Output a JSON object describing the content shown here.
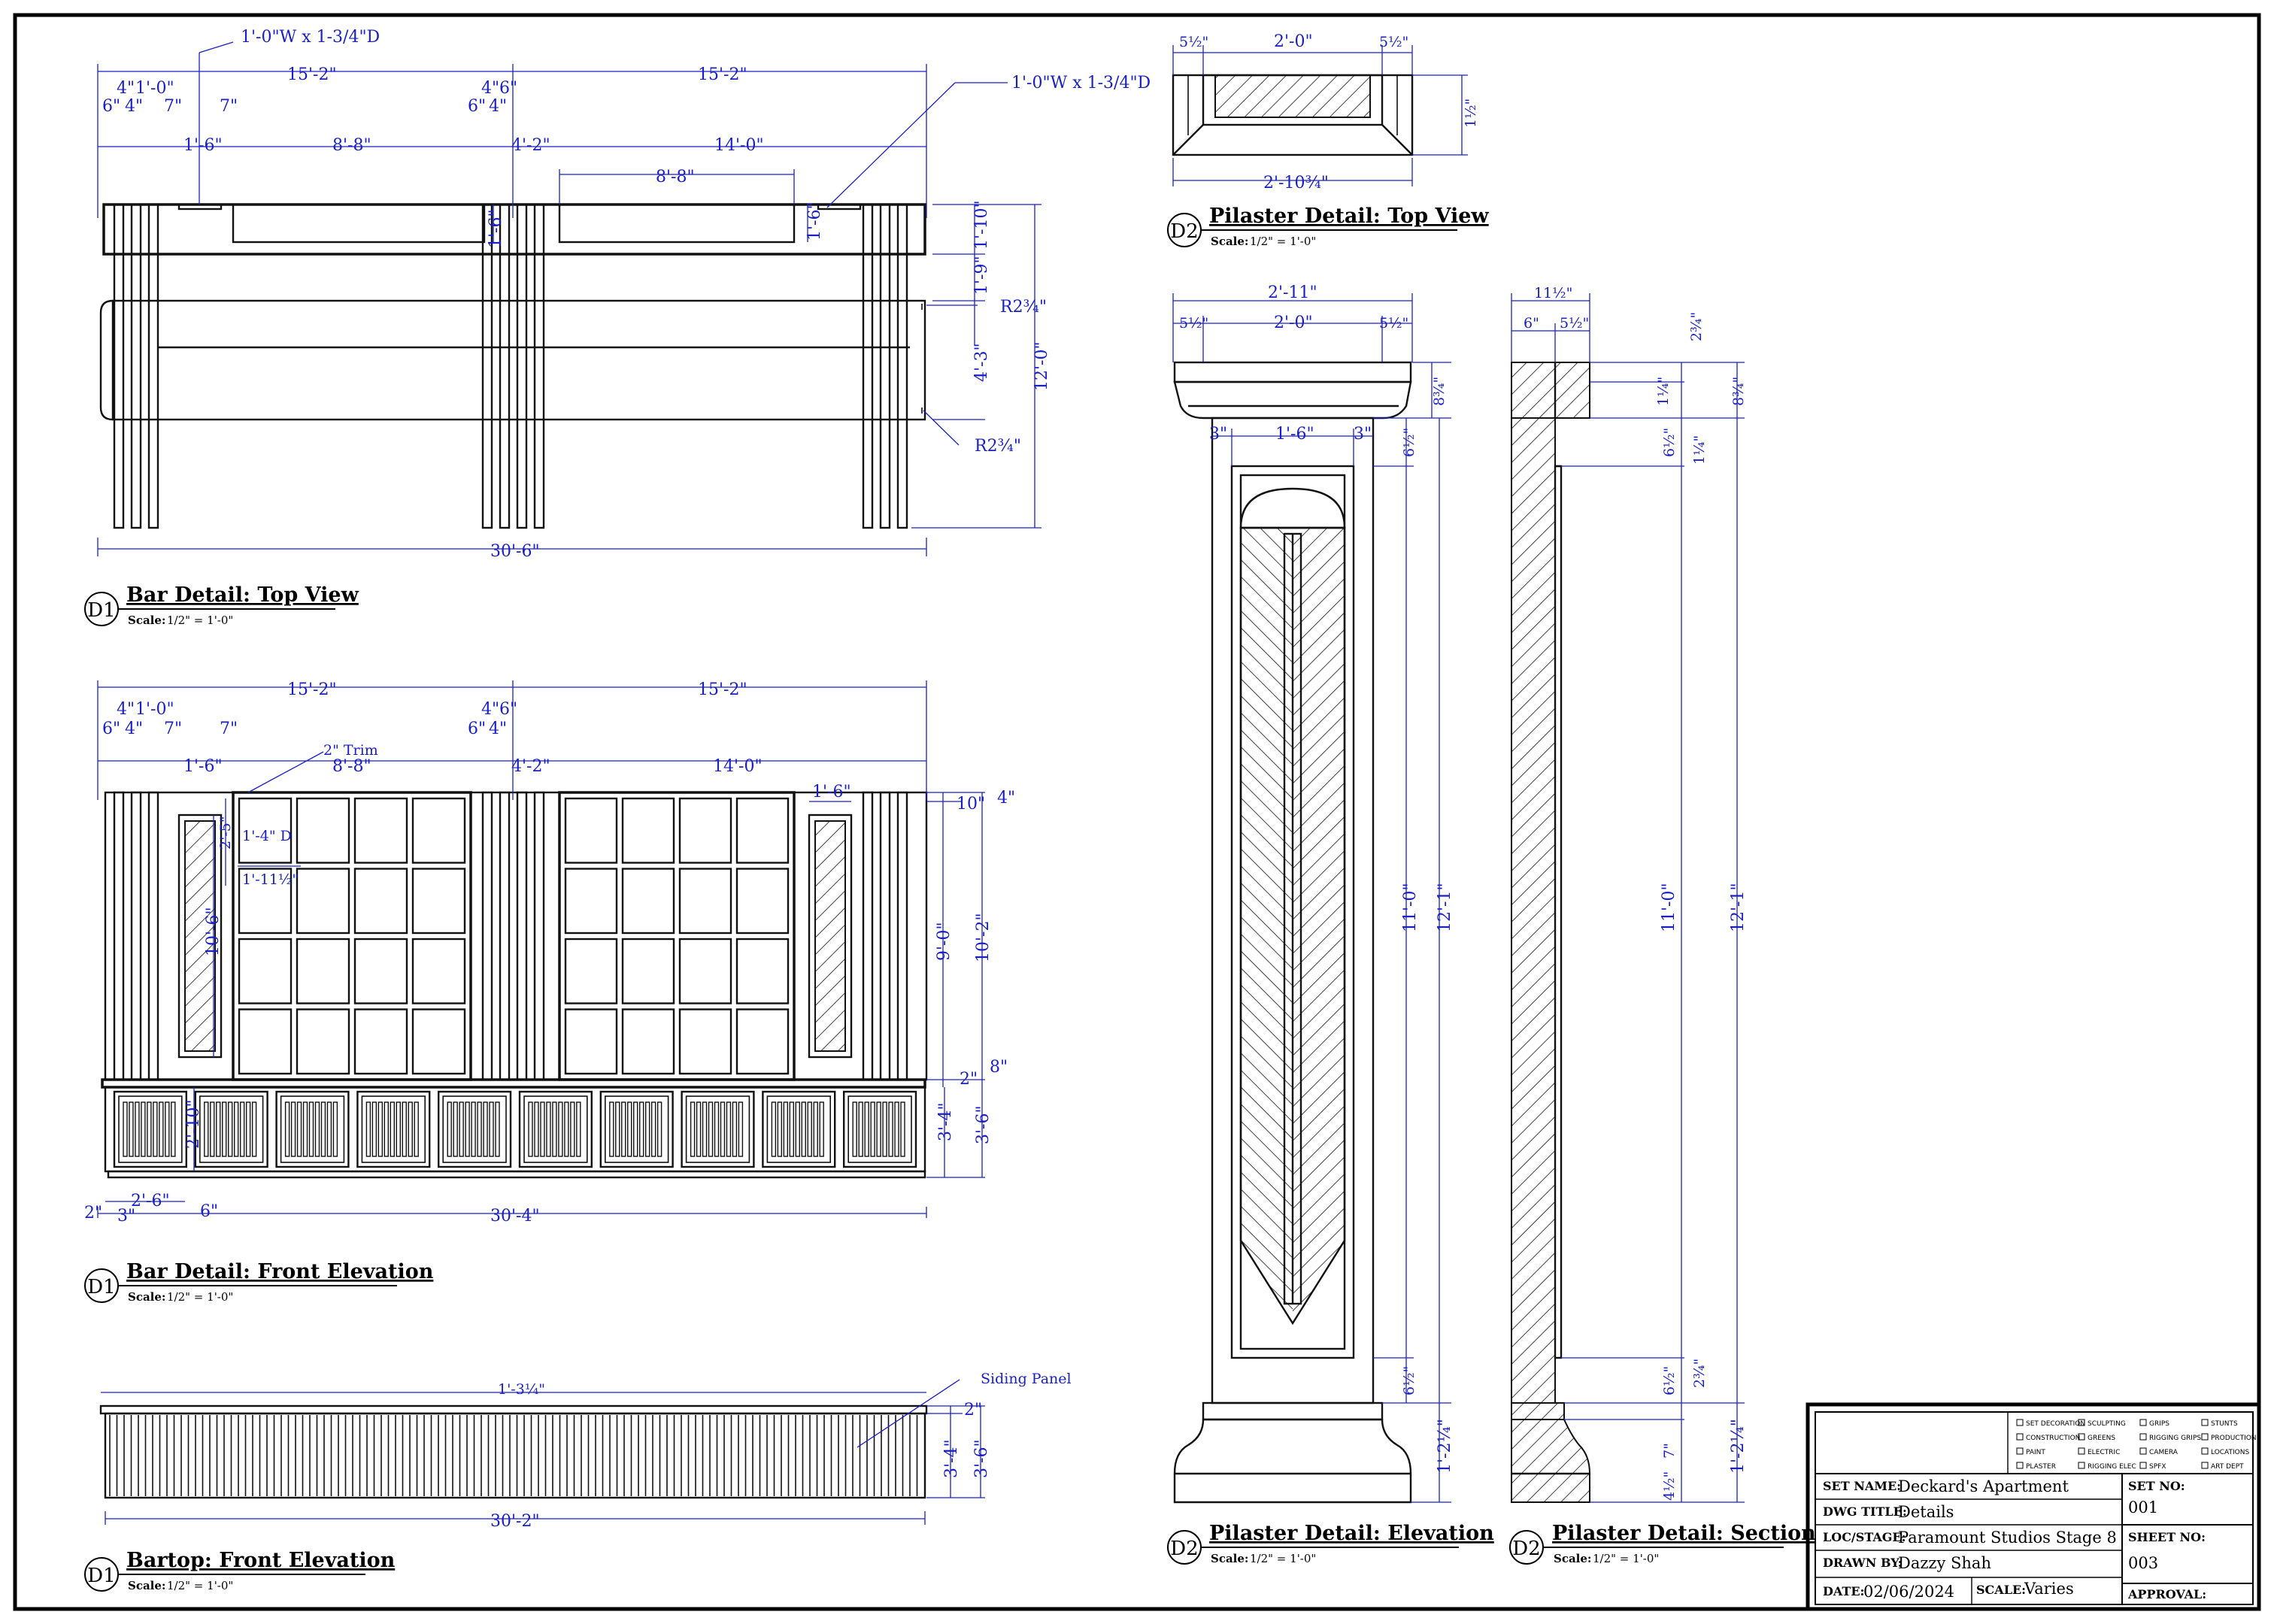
{
  "views": {
    "top": {
      "marker": "D1",
      "title": "Bar Detail: Top View",
      "scale_label": "Scale:",
      "scale_value": "1/2\" = 1'-0\"",
      "dims": {
        "half_left": "15'-2\"",
        "half_right": "15'-2\"",
        "cut_left": "1'-0\"W x 1-3/4\"D",
        "cut_right": "1'-0\"W x 1-3/4\"D",
        "d4": "4\"",
        "d1_0": "1'-0\"",
        "d6": "6\"",
        "d4b": "4\"",
        "d7": "7\"",
        "d7b": "7\"",
        "d1_6": "1'-6\"",
        "d8_8": "8'-8\"",
        "d6c": "6\"",
        "d4c": "4\"",
        "d4_2": "4'-2\"",
        "d14_0": "14'-0\"",
        "d8_8b": "8'-8\"",
        "d4d": "4\"",
        "d6d": "6\"",
        "v1_6": "1'-6\"",
        "v1_6b": "1'-6\"",
        "v1_10": "1'-10\"",
        "v1_9": "1'-9\"",
        "v4_3": "4'-3\"",
        "v12_0": "12'-0\"",
        "r1": "R2¾\"",
        "r2": "R2¾\"",
        "total": "30'-6\""
      }
    },
    "front": {
      "marker": "D1",
      "title": "Bar Detail: Front Elevation",
      "scale_label": "Scale:",
      "scale_value": "1/2\" = 1'-0\"",
      "dims": {
        "half_left": "15'-2\"",
        "half_right": "15'-2\"",
        "d4": "4\"",
        "d1_0": "1'-0\"",
        "d6": "6\"",
        "d4b": "4\"",
        "d7": "7\"",
        "d7b": "7\"",
        "d1_6": "1'-6\"",
        "trim": "2\" Trim",
        "d8_8": "8'-8\"",
        "d6c": "6\"",
        "d4c": "4\"",
        "d4d": "4\"",
        "d6d": "6\"",
        "d4_2": "4'-2\"",
        "d14_0": "14'-0\"",
        "d1_6r": "1'-6\"",
        "d1_4": "1'-4\" D",
        "d2_5": "2'-5\"",
        "d1_11": "1'-11½\"",
        "v10_6": "10'-6\"",
        "v10": "10\"",
        "v4": "4\"",
        "v9_0": "9'-0\"",
        "v10_2": "10'-2\"",
        "v2": "2\"",
        "v8": "8\"",
        "v2_10": "2'-10\"",
        "v3_4": "3'-4\"",
        "v3_6": "3'-6\"",
        "b2": "2\"",
        "b3": "3\"",
        "b2_6": "2'-6\"",
        "b6": "6\"",
        "total": "30'-4\""
      }
    },
    "bartop": {
      "marker": "D1",
      "title": "Bartop: Front Elevation",
      "scale_label": "Scale:",
      "scale_value": "1/2\" = 1'-0\"",
      "dims": {
        "top": "1'-3¼\"",
        "siding": "Siding Panel",
        "v2": "2\"",
        "v3_4": "3'-4\"",
        "v3_6": "3'-6\"",
        "total": "30'-2\""
      }
    },
    "pil_top": {
      "marker": "D2",
      "title": "Pilaster Detail: Top View",
      "scale_label": "Scale:",
      "scale_value": "1/2\" = 1'-0\"",
      "dims": {
        "a": "5½\"",
        "b": "2'-0\"",
        "c": "5½\"",
        "h": "1½\"",
        "w": "2'-10¾\""
      }
    },
    "pil_elev": {
      "marker": "D2",
      "title": "Pilaster Detail: Elevation",
      "scale_label": "Scale:",
      "scale_value": "1/2\" = 1'-0\"",
      "dims": {
        "w": "2'-11\"",
        "a": "5½\"",
        "b": "2'-0\"",
        "c": "5½\"",
        "d3": "3\"",
        "d1_6": "1'-6\"",
        "d3b": "3\"",
        "cap": "8¾\"",
        "t": "6½\"",
        "h11": "11'-0\"",
        "h12": "12'-1\"",
        "b6": "6½\"",
        "base": "1'-2¼\""
      }
    },
    "pil_sec": {
      "marker": "D2",
      "title": "Pilaster Detail: Section",
      "scale_label": "Scale:",
      "scale_value": "1/2\" = 1'-0\"",
      "dims": {
        "w": "11½\"",
        "a": "6\"",
        "b": "5½\"",
        "c1": "2¾\"",
        "c2": "1¼\"",
        "c3": "8¾\"",
        "t": "6½\"",
        "t2": "1¼\"",
        "h11": "11'-0\"",
        "h12": "12'-1\"",
        "b1": "6½\"",
        "b2": "2¾\"",
        "b3": "7\"",
        "b4": "4½\"",
        "base": "1'-2¼\""
      }
    }
  },
  "title_block": {
    "checklist": [
      "SET DECORATION",
      "SCULPTING",
      "GRIPS",
      "STUNTS",
      "CONSTRUCTION",
      "GREENS",
      "RIGGING GRIPS",
      "PRODUCTION",
      "PAINT",
      "ELECTRIC",
      "CAMERA",
      "LOCATIONS",
      "PLASTER",
      "RIGGING ELEC",
      "SPFX",
      "ART DEPT"
    ],
    "set_name_label": "SET NAME:",
    "set_name": "Deckard's Apartment",
    "dwg_title_label": "DWG TITLE:",
    "dwg_title": "Details",
    "loc_label": "LOC/STAGE:",
    "loc": "Paramount Studios Stage 8",
    "drawn_label": "DRAWN BY:",
    "drawn": "Dazzy Shah",
    "date_label": "DATE:",
    "date": "02/06/2024",
    "scale_label": "SCALE:",
    "scale": "Varies",
    "set_no_label": "SET NO:",
    "set_no": "001",
    "sheet_no_label": "SHEET NO:",
    "sheet_no": "003",
    "approval_label": "APPROVAL:"
  }
}
